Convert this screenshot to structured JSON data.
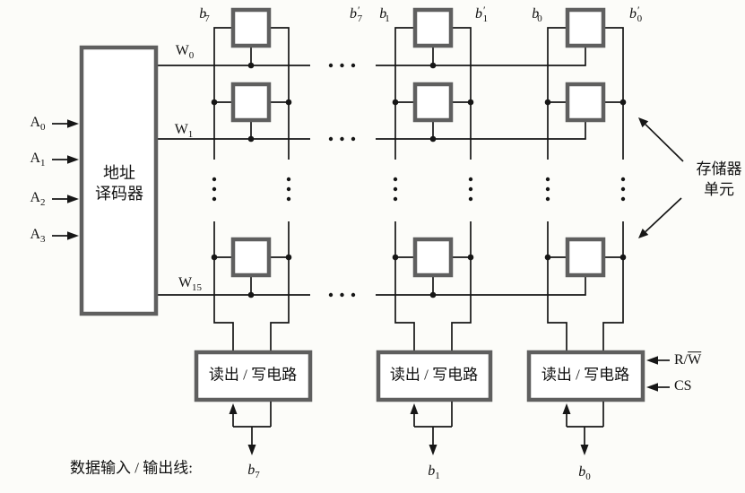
{
  "colors": {
    "line": "#161616",
    "box_border": "#5f5f5f",
    "background": "#fcfcf9",
    "text": "#101010"
  },
  "diagram": {
    "decoder": {
      "line1": "地址",
      "line2": "译码器"
    },
    "address_inputs": [
      {
        "base": "A",
        "sub": "0"
      },
      {
        "base": "A",
        "sub": "1"
      },
      {
        "base": "A",
        "sub": "2"
      },
      {
        "base": "A",
        "sub": "3"
      }
    ],
    "word_lines": [
      {
        "base": "W",
        "sub": "0"
      },
      {
        "base": "W",
        "sub": "1"
      },
      {
        "base": "W",
        "sub": "15"
      }
    ],
    "bit_lines": [
      {
        "base": "b",
        "prime": "",
        "sub": "7"
      },
      {
        "base": "b",
        "prime": "′",
        "sub": "7"
      },
      {
        "base": "b",
        "prime": "",
        "sub": "1"
      },
      {
        "base": "b",
        "prime": "′",
        "sub": "1"
      },
      {
        "base": "b",
        "prime": "",
        "sub": "0"
      },
      {
        "base": "b",
        "prime": "′",
        "sub": "0"
      }
    ],
    "memory_cell_callout": {
      "line1": "存储器",
      "line2": "单元"
    },
    "rw_circuits": [
      {
        "label": "读出 / 写电路"
      },
      {
        "label": "读出 / 写电路"
      },
      {
        "label": "读出 / 写电路"
      }
    ],
    "control_inputs": {
      "rw_prefix": "R/",
      "rw_overlined": "W",
      "cs": "CS"
    },
    "data_io": {
      "caption": "数据输入 / 输出线:",
      "lines": [
        {
          "base": "b",
          "sub": "7"
        },
        {
          "base": "b",
          "sub": "1"
        },
        {
          "base": "b",
          "sub": "0"
        }
      ]
    }
  }
}
